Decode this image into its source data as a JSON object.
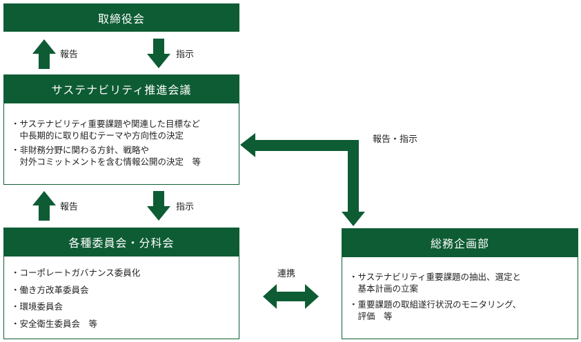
{
  "board": {
    "title": "取締役会"
  },
  "sustainability_council": {
    "title": "サステナビリティ推進会議",
    "items": [
      {
        "line1": "・サステナビリティ重要課題や関連した目標など",
        "line2": "　中長期的に取り組むテーマや方向性の決定"
      },
      {
        "line1": "・非財務分野に関わる方針、戦略や",
        "line2": "　対外コミットメントを含む情報公開の決定　等"
      }
    ]
  },
  "committees": {
    "title": "各種委員会・分科会",
    "items": [
      "・コーポレートガバナンス委員化",
      "・働き方改革委員会",
      "・環境委員会",
      "・安全衛生委員会　等"
    ]
  },
  "general_affairs": {
    "title": "総務企画部",
    "items": [
      {
        "line1": "・サステナビリティ重要課題の抽出、選定と",
        "line2": "　基本計画の立案"
      },
      {
        "line1": "・重要課題の取組遂行状況のモニタリング、",
        "line2": "　評価　等"
      }
    ]
  },
  "labels": {
    "report_top": "報告",
    "instruct_top": "指示",
    "report_mid": "報告",
    "instruct_mid": "指示",
    "report_instruct": "報告・指示",
    "collaboration": "連携"
  },
  "colors": {
    "primary": "#0e5c34"
  }
}
